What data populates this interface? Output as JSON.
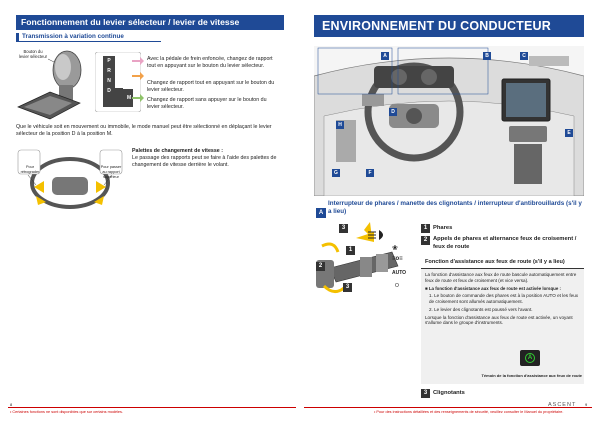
{
  "left": {
    "header": "Fonctionnement du levier sélecteur / levier de vitesse",
    "subheader": "Transmission à variation continue",
    "lever_label": "Bouton du levier sélecteur",
    "instructions": [
      {
        "color": "#e9a3c4",
        "text": "Avec la pédale de frein enfoncée, changez de rapport tout en appuyant sur le bouton du levier sélecteur."
      },
      {
        "color": "#f2a14a",
        "text": "Changez de rapport tout en appuyant sur le bouton du levier sélecteur."
      },
      {
        "color": "#8fc36a",
        "text": "Changez de rapport sans appuyer sur le bouton du levier sélecteur."
      }
    ],
    "shift_letters": [
      "P",
      "R",
      "N",
      "D",
      "M"
    ],
    "manual_mode": "Que le véhicule soit en mouvement ou immobile, le mode manuel peut être sélectionné en déplaçant le levier sélecteur de la position D à la position M.",
    "paddles_title": "Palettes de changement de vitesse :",
    "paddles_text": "Le passage des rapports peut se faire à l'aide des palettes de changement de vitesse derrière le volant.",
    "paddle_left": "Pour rétrograder",
    "paddle_right": "Pour passer au rapport supérieur",
    "page_number": "8",
    "footnote": "• Certaines fonctions ne sont disponibles que sur certains modèles."
  },
  "right": {
    "header": "ENVIRONNEMENT DU CONDUCTEUR",
    "markers": [
      "A",
      "B",
      "C",
      "D",
      "E",
      "F",
      "G",
      "H"
    ],
    "section_letter": "A",
    "section_title": "Interrupteur de phares / manette des clignotants / interrupteur d'antibrouillards (s'il y a lieu)",
    "items": [
      {
        "num": "1",
        "text": "Phares"
      },
      {
        "num": "2",
        "text": "Appels de phares et alternance feux de croisement / feux de route"
      },
      {
        "num": "3",
        "text": "Clignotants"
      }
    ],
    "stalk_labels": {
      "auto": "AUTO",
      "off": "O"
    },
    "box_title": "Fonction d'assistance aux feux de route (s'il y a lieu)",
    "box_p1": "La fonction d'assistance aux feux de route bascule automatiquement entre feux de route et feux de croisement (et vice versa).",
    "box_activate": "La fonction d'assistance aux feux de route est activée lorsque :",
    "box_list": [
      "1. Le bouton de commande des phares est à la position AUTO et les feux de croisement sont allumés automatiquement.",
      "2. Le levier des clignotants est poussé vers l'avant."
    ],
    "box_p2": "Lorsque la fonction d'assistance aux feux de route est activée, un voyant s'allume dans le groupe d'instruments.",
    "indicator_caption": "Témoin de la fonction d'assistance aux feux de route",
    "brand": "ASCENT",
    "page_number": "9",
    "footnote": "• Pour des instructions détaillées et des renseignements de sécurité, veuillez consulter le Manuel du propriétaire."
  }
}
